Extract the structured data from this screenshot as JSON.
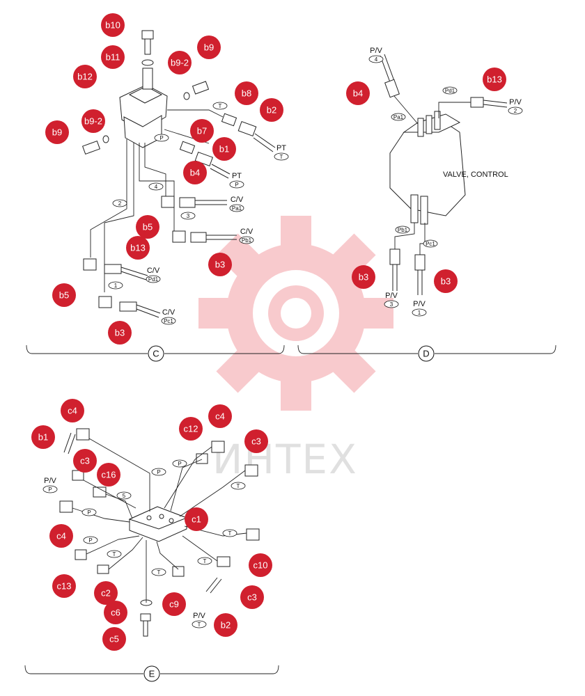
{
  "watermark": {
    "text": "ИНТЕХ",
    "color": "#f4a0a6"
  },
  "colors": {
    "callout": "#d0202e",
    "callout_text": "#ffffff",
    "line": "#222222"
  },
  "sections": [
    {
      "id": "C",
      "label": "C"
    },
    {
      "id": "D",
      "label": "D"
    },
    {
      "id": "E",
      "label": "E"
    }
  ],
  "callouts": [
    {
      "label": "b10"
    },
    {
      "label": "b11"
    },
    {
      "label": "b9"
    },
    {
      "label": "b9-2"
    },
    {
      "label": "b12"
    },
    {
      "label": "b8"
    },
    {
      "label": "b2"
    },
    {
      "label": "b9-2"
    },
    {
      "label": "b9"
    },
    {
      "label": "b7"
    },
    {
      "label": "b1"
    },
    {
      "label": "b4"
    },
    {
      "label": "b5"
    },
    {
      "label": "b13"
    },
    {
      "label": "b3"
    },
    {
      "label": "b5"
    },
    {
      "label": "b3"
    },
    {
      "label": "b4"
    },
    {
      "label": "b13"
    },
    {
      "label": "b3"
    },
    {
      "label": "b3"
    },
    {
      "label": "c4"
    },
    {
      "label": "b1"
    },
    {
      "label": "c3"
    },
    {
      "label": "c16"
    },
    {
      "label": "c4"
    },
    {
      "label": "c12"
    },
    {
      "label": "c4"
    },
    {
      "label": "c3"
    },
    {
      "label": "c1"
    },
    {
      "label": "c10"
    },
    {
      "label": "c13"
    },
    {
      "label": "c2"
    },
    {
      "label": "c6"
    },
    {
      "label": "c9"
    },
    {
      "label": "c3"
    },
    {
      "label": "c5"
    },
    {
      "label": "b2"
    }
  ],
  "port_labels": [
    {
      "top": "PT",
      "bottom": "T"
    },
    {
      "top": "PT",
      "bottom": "P"
    },
    {
      "top": "C/V",
      "bottom": "Pa1"
    },
    {
      "top": "C/V",
      "bottom": "Pb1"
    },
    {
      "top": "C/V",
      "bottom": "Pd1"
    },
    {
      "top": "C/V",
      "bottom": "Pc1"
    },
    {
      "top": "P/V",
      "bottom": "4"
    },
    {
      "top": "P/V",
      "bottom": "2"
    },
    {
      "top": "P/V",
      "bottom": "3"
    },
    {
      "top": "P/V",
      "bottom": "1"
    },
    {
      "top": "P/V",
      "bottom": "P"
    },
    {
      "top": "P/V",
      "bottom": "T"
    }
  ],
  "line_tags": [
    "T",
    "P",
    "4",
    "2",
    "3",
    "1",
    "Pa1",
    "Pd1",
    "Pb1",
    "Pc1",
    "P",
    "P",
    "T",
    "P",
    "T",
    "T",
    "P",
    "T",
    "T",
    "5"
  ],
  "valve_label": "VALVE, CONTROL"
}
